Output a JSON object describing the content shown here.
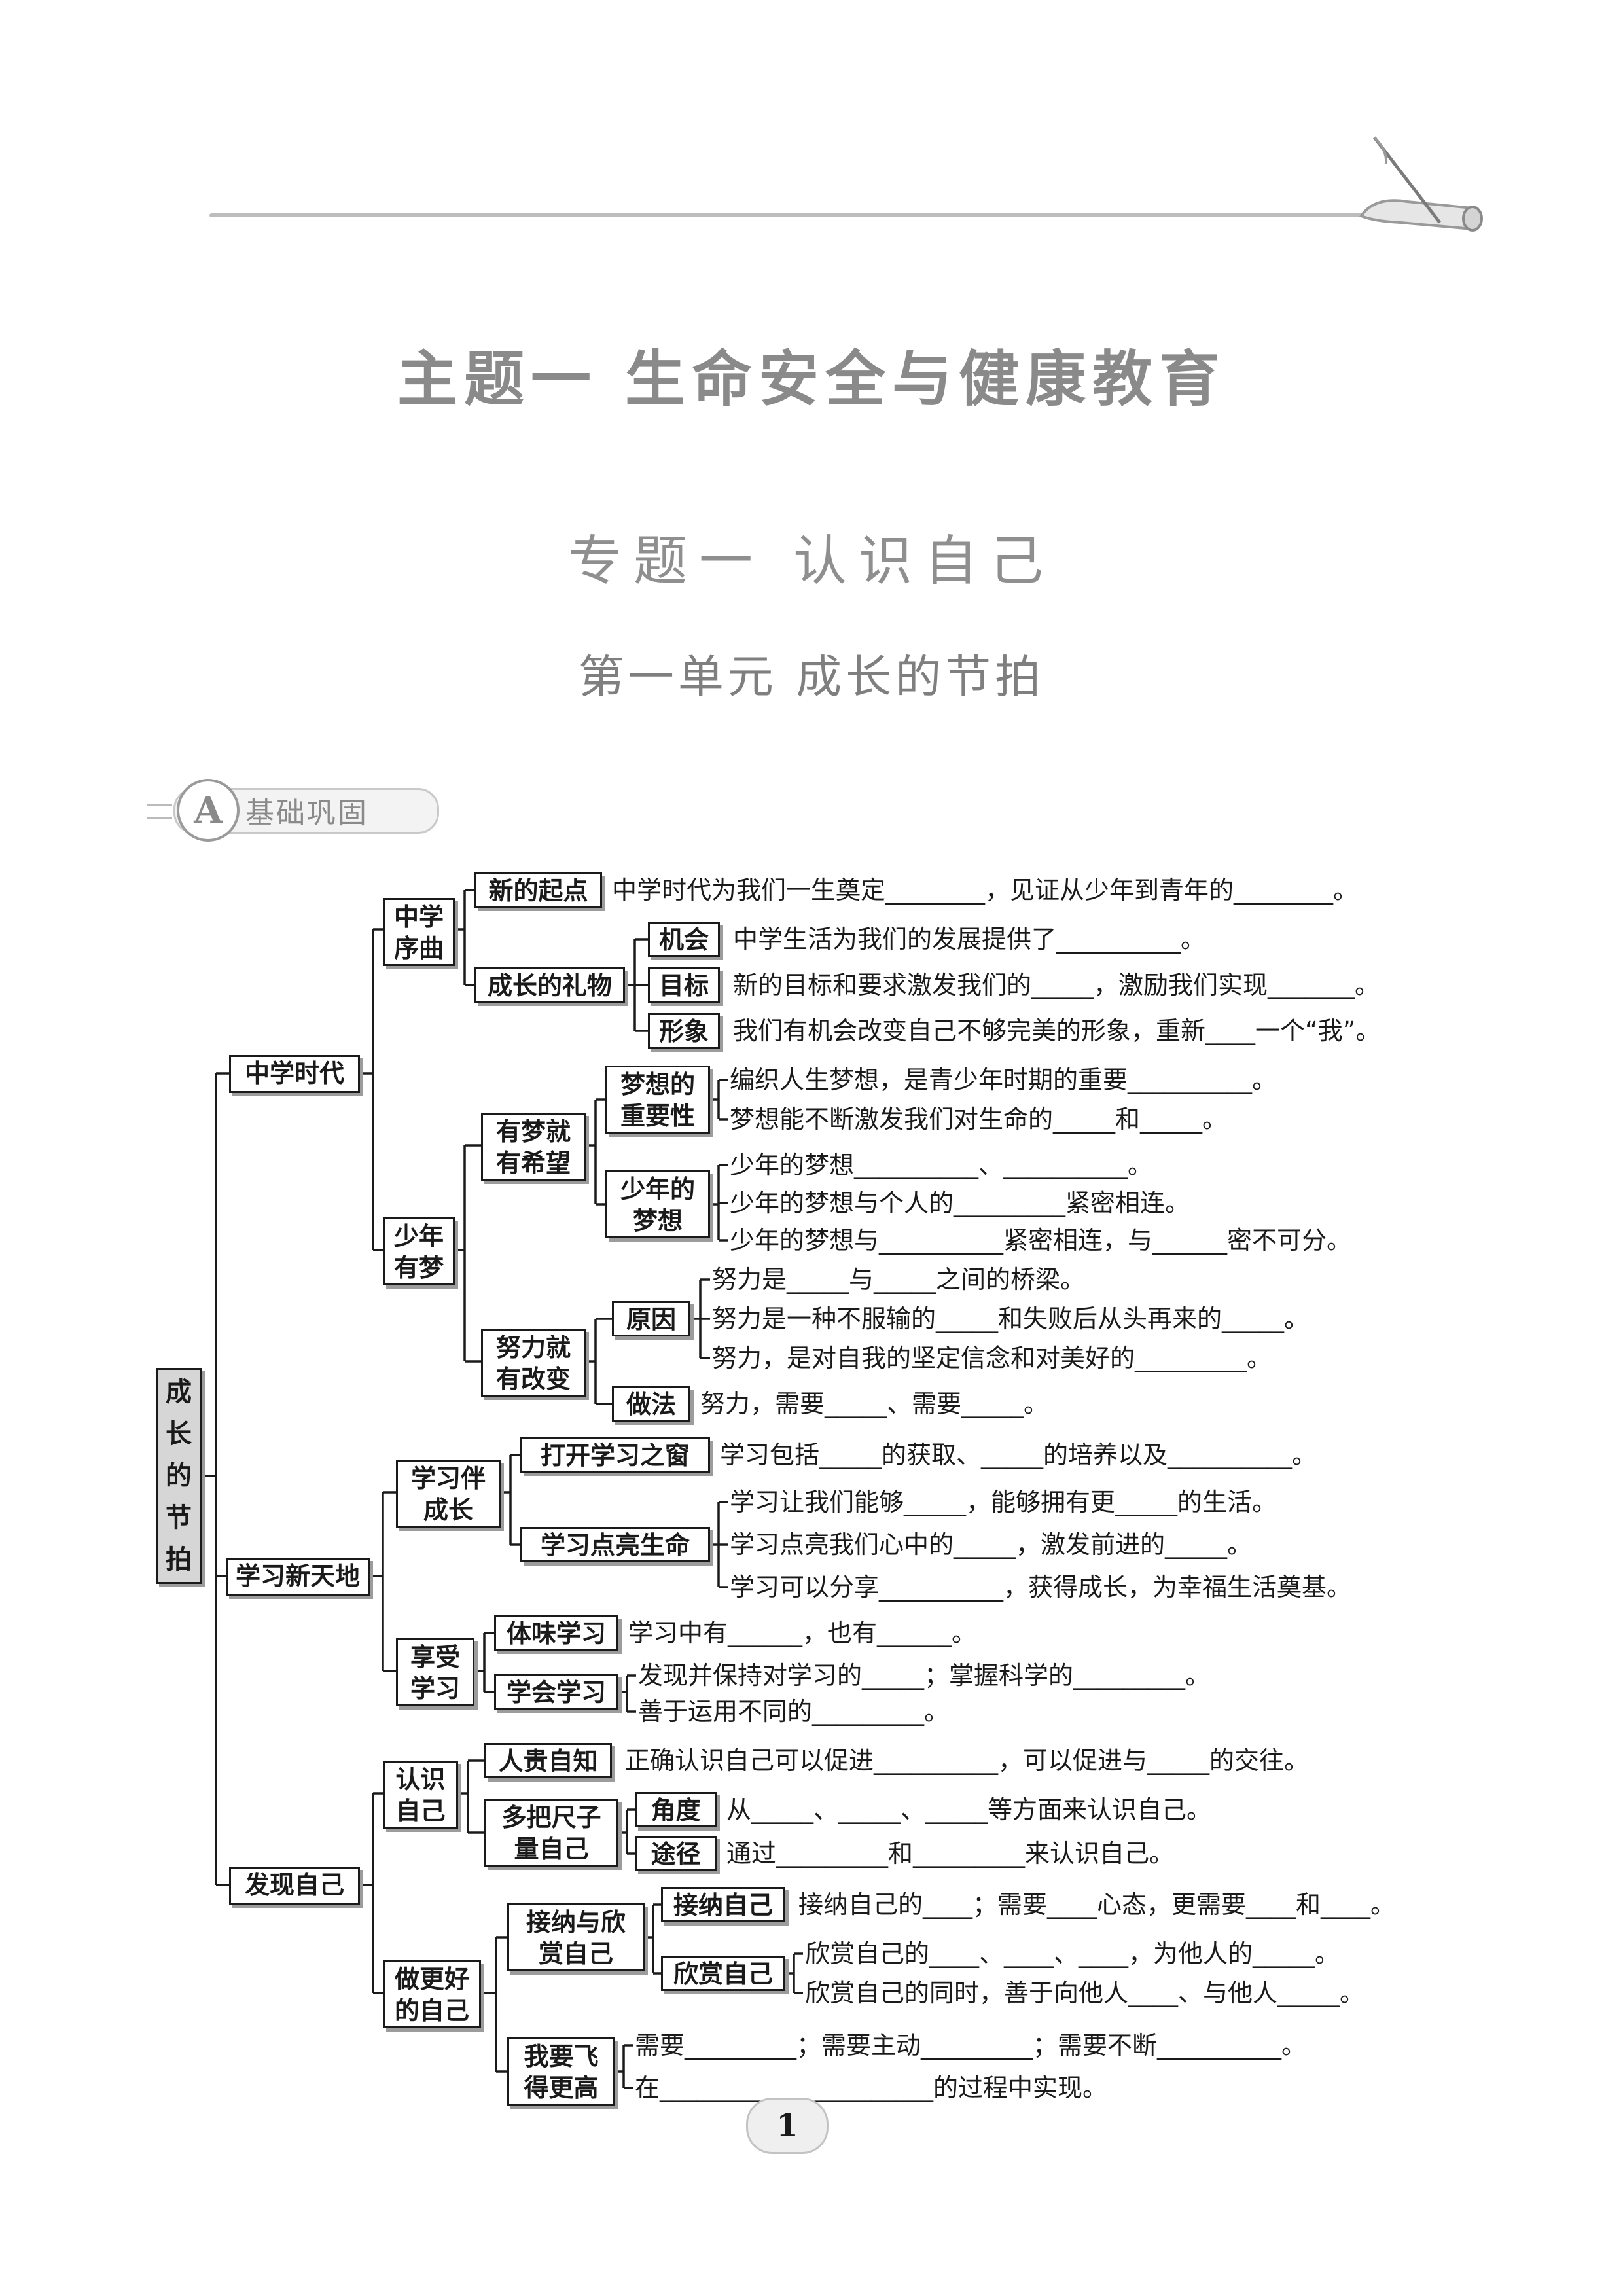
{
  "header": {
    "theme_title": "主题一    生命安全与健康教育",
    "topic_title": "专题一    认识自己",
    "unit_title": "第一单元    成长的节拍"
  },
  "section": {
    "letter": "A",
    "label": "基础巩固"
  },
  "mindmap": {
    "root": "成长的节拍",
    "l1": [
      "中学时代",
      "学习新天地",
      "发现自己"
    ],
    "l2": [
      "中学序曲",
      "少年有梦",
      "学习伴成长",
      "享受学习",
      "认识自己",
      "做更好的自己"
    ],
    "l3": [
      "新的起点",
      "成长的礼物",
      "有梦就有希望",
      "努力就有改变",
      "打开学习之窗",
      "学习点亮生命",
      "体味学习",
      "学会学习",
      "人贵自知",
      "多把尺子量自己",
      "接纳与欣赏自己",
      "我要飞得更高"
    ],
    "l4": [
      "机会",
      "目标",
      "形象",
      "梦想的重要性",
      "少年的梦想",
      "原因",
      "做法",
      "角度",
      "途径",
      "接纳自己",
      "欣赏自己"
    ],
    "texts": [
      "中学时代为我们一生奠定________，见证从少年到青年的________。",
      "中学生活为我们的发展提供了__________。",
      "新的目标和要求激发我们的_____，激励我们实现_______。",
      "我们有机会改变自己不够完美的形象，重新____一个“我”。",
      "编织人生梦想，是青少年时期的重要__________。",
      "梦想能不断激发我们对生命的_____和_____。",
      "少年的梦想__________、__________。",
      "少年的梦想与个人的_________紧密相连。",
      "少年的梦想与__________紧密相连，与______密不可分。",
      "努力是_____与_____之间的桥梁。",
      "努力是一种不服输的_____和失败后从头再来的_____。",
      "努力，是对自我的坚定信念和对美好的_________。",
      "努力，需要_____、需要_____。",
      "学习包括_____的获取、_____的培养以及__________。",
      "学习让我们能够_____，能够拥有更_____的生活。",
      "学习点亮我们心中的_____，激发前进的_____。",
      "学习可以分享__________，获得成长，为幸福生活奠基。",
      "学习中有______，也有______。",
      "发现并保持对学习的_____；掌握科学的_________。",
      "善于运用不同的_________。",
      "正确认识自己可以促进__________，可以促进与_____的交往。",
      "从_____、_____、_____等方面来认识自己。",
      "通过_________和_________来认识自己。",
      "接纳自己的____；需要____心态，更需要____和____。",
      "欣赏自己的____、____、____，为他人的_____。",
      "欣赏自己的同时，善于向他人____、与他人_____。",
      "需要_________；需要主动_________；需要不断__________。",
      "在______________________的过程中实现。"
    ]
  },
  "page_number": "1"
}
